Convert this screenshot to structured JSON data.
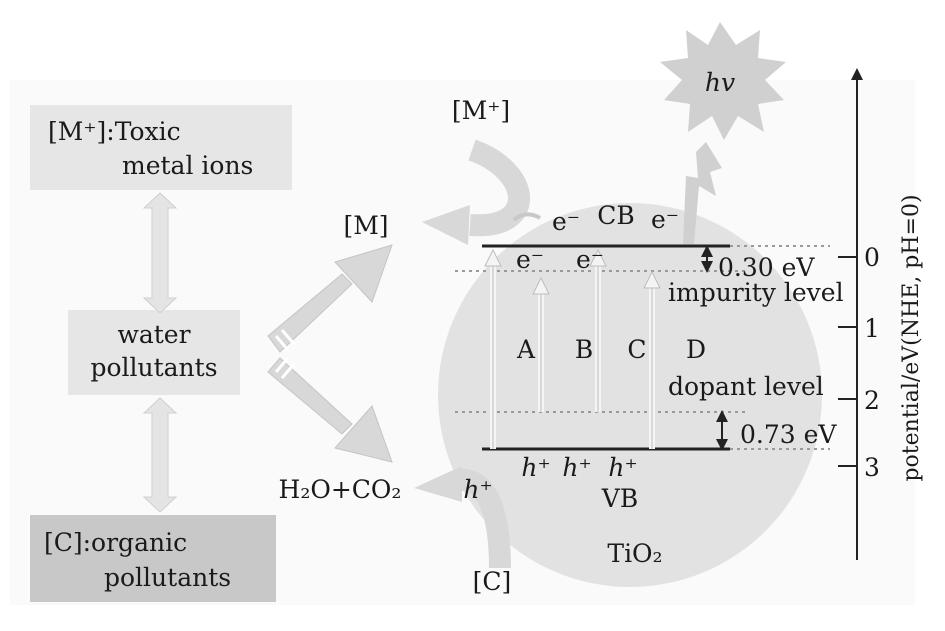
{
  "left_boxes": {
    "toxic_line1": "[M⁺]:Toxic",
    "toxic_line2": "metal ions",
    "water_line1": "water",
    "water_line2": "pollutants",
    "organic_line1": "[C]:organic",
    "organic_line2": "pollutants"
  },
  "species": {
    "metal_ion": "[M⁺]",
    "metal": "[M]",
    "products": "H₂O+CO₂",
    "organic": "[C]",
    "hole_left": "h⁺"
  },
  "photon": "hv",
  "band": {
    "cb": "CB",
    "vb": "VB",
    "electron": "e⁻",
    "hole": "h⁺",
    "material": "TiO₂",
    "transitions": [
      "A",
      "B",
      "C",
      "D"
    ],
    "impurity_level": "impurity level",
    "dopant_level": "dopant level",
    "gap_impurity": "0.30 eV",
    "gap_dopant": "0.73 eV"
  },
  "axis": {
    "label": "potential/eV(NHE, pH=0)",
    "ticks": [
      "0",
      "1",
      "2",
      "3"
    ]
  },
  "colors": {
    "box_light": "#e6e6e6",
    "box_dark": "#c8c8c8",
    "circle": "#e2e2e2",
    "arrow_fill": "#dcdcdc",
    "line": "#222222",
    "dotted": "#9a9a9a"
  }
}
